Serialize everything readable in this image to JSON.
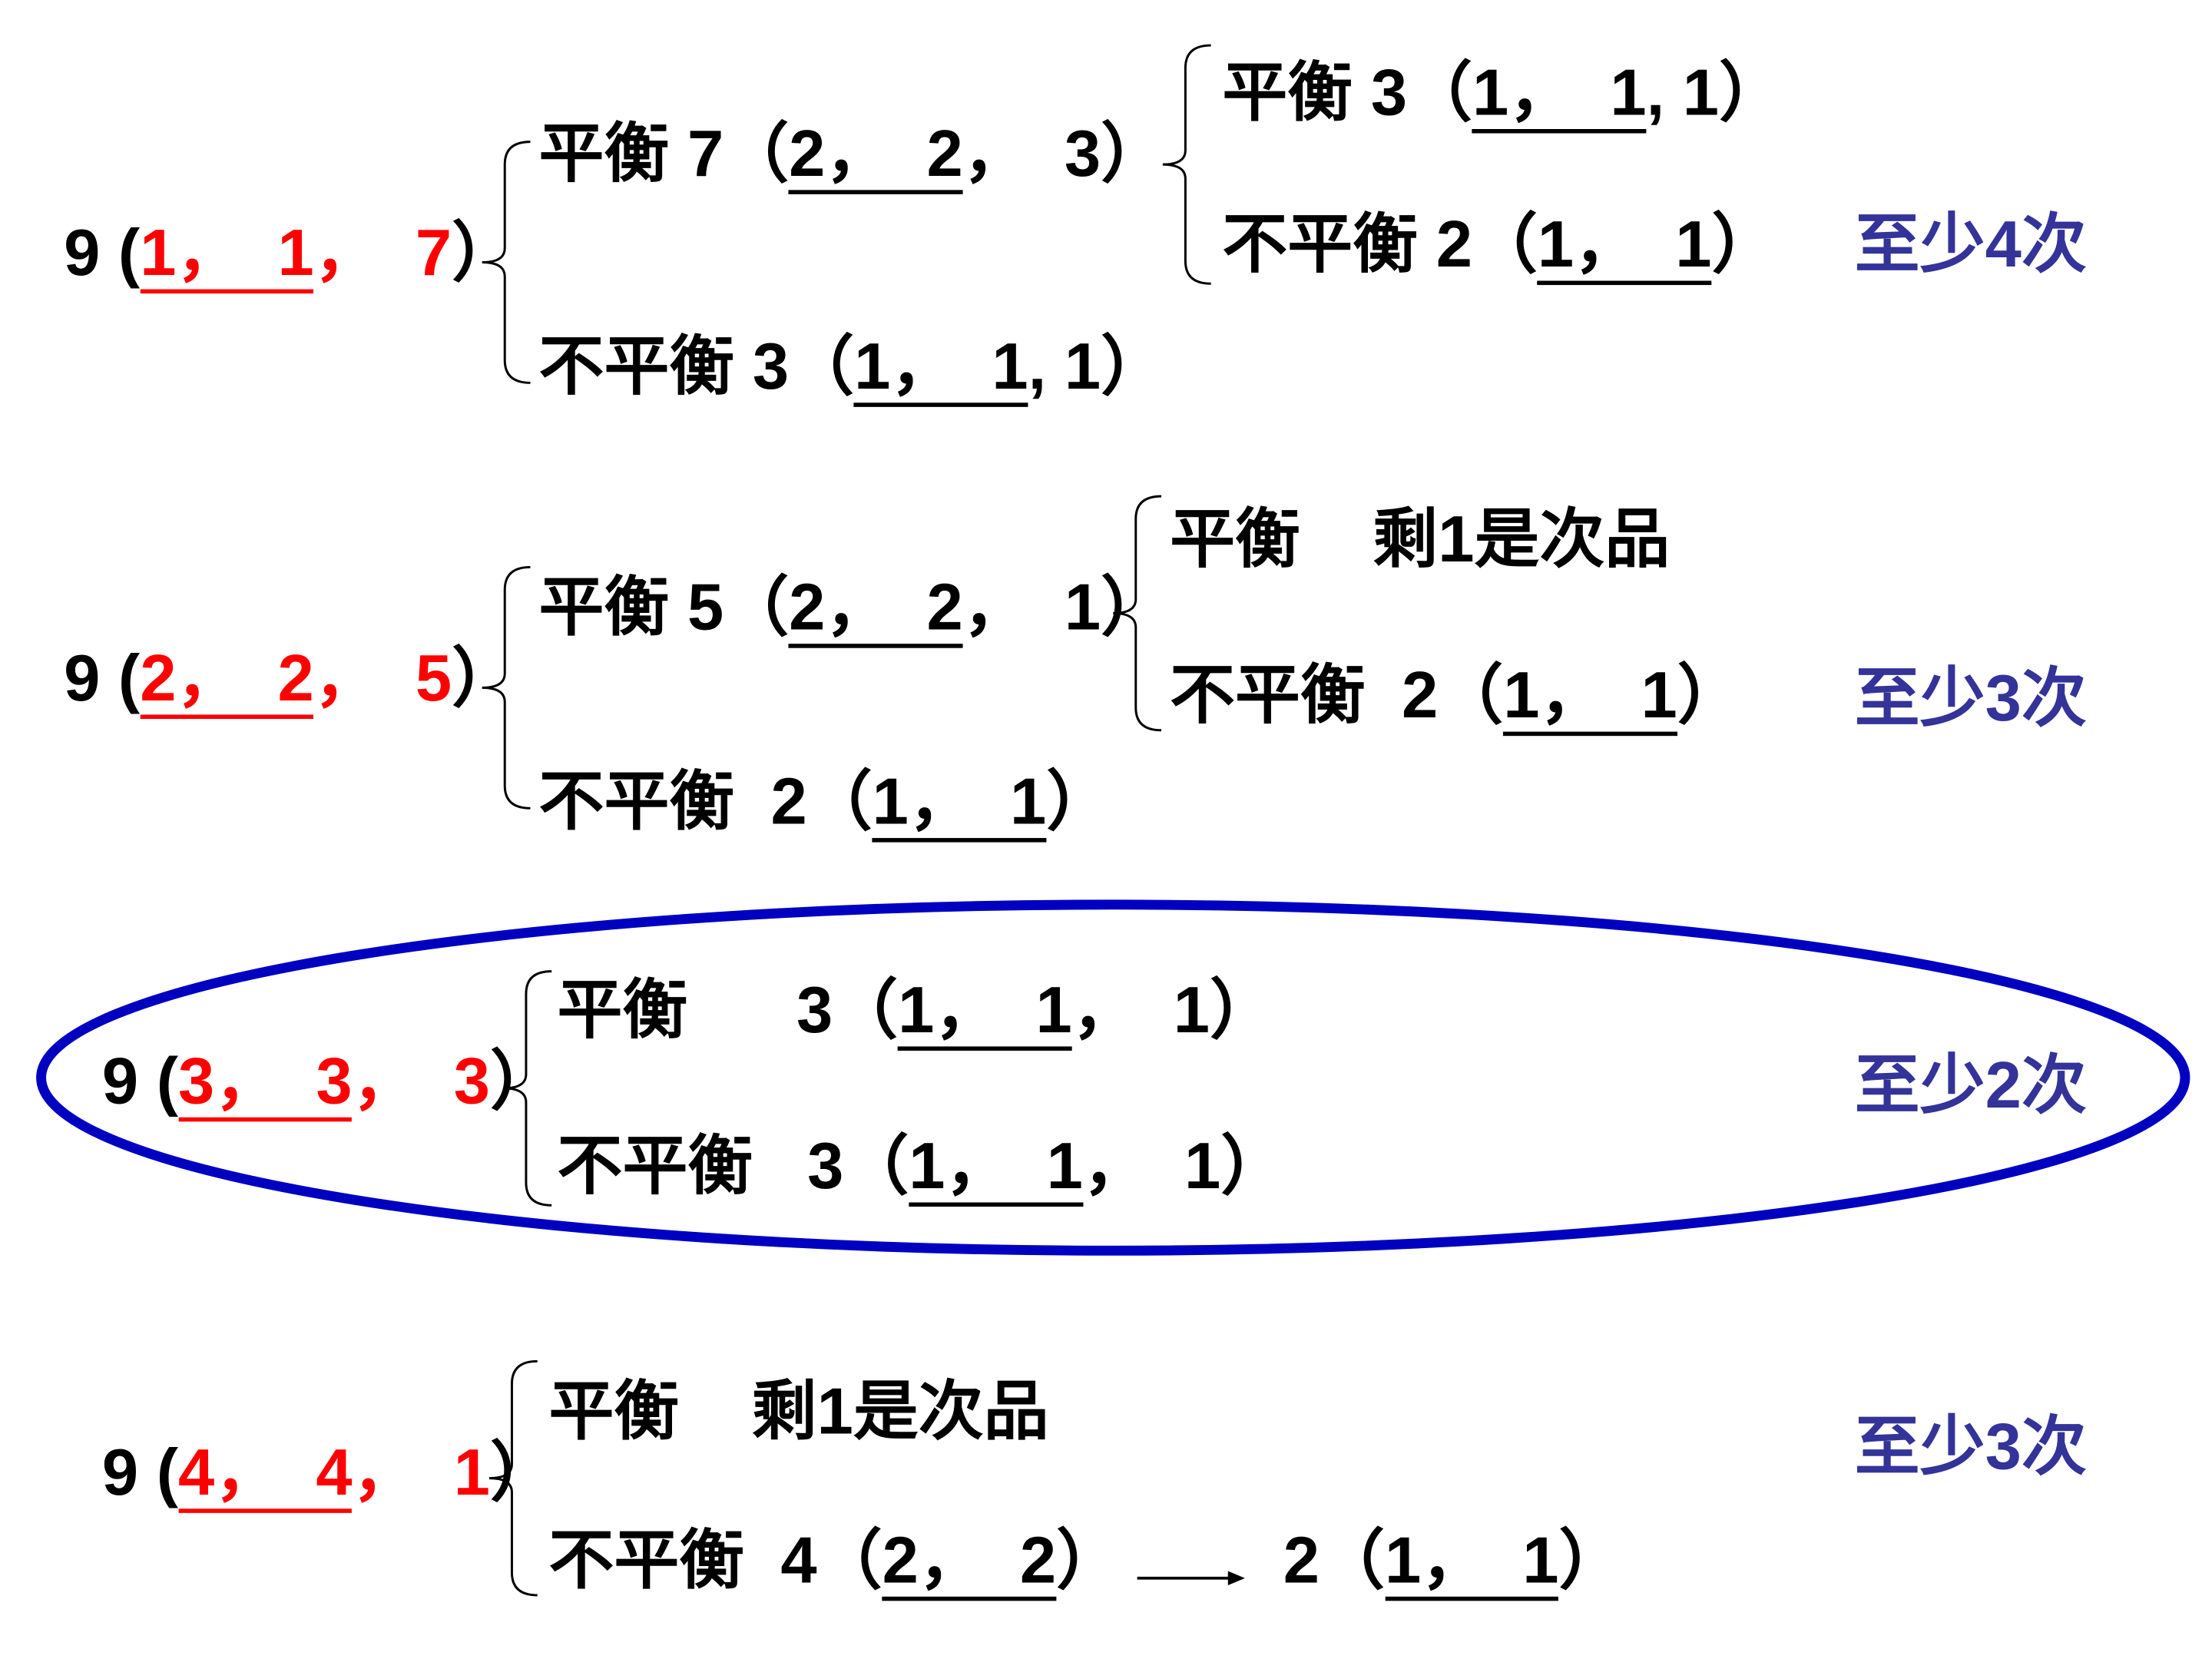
{
  "colors": {
    "text": "#000000",
    "highlight": "#ff0000",
    "result": "#333399",
    "ellipse": "#0000c0"
  },
  "lines": [
    {
      "segments": [
        {
          "text": "9 (",
          "style": "plain"
        },
        {
          "text": "1，  1",
          "style": "red-ul"
        },
        {
          "text": "，  7",
          "style": "red"
        },
        {
          "text": "）",
          "style": "plain"
        }
      ]
    },
    {
      "segments": [
        {
          "text": "平衡 7（",
          "style": "plain"
        },
        {
          "text": "2，  2",
          "style": "ul"
        },
        {
          "text": "，  3）",
          "style": "plain"
        }
      ]
    },
    {
      "segments": [
        {
          "text": "不平衡 3（",
          "style": "plain"
        },
        {
          "text": "1，  1",
          "style": "ul"
        },
        {
          "text": ", 1）",
          "style": "plain"
        }
      ]
    },
    {
      "segments": [
        {
          "text": "平衡 3（",
          "style": "plain"
        },
        {
          "text": "1，  1",
          "style": "ul"
        },
        {
          "text": ", 1）",
          "style": "plain"
        }
      ]
    },
    {
      "segments": [
        {
          "text": "不平衡 2（",
          "style": "plain"
        },
        {
          "text": "1，  1",
          "style": "ul"
        },
        {
          "text": "）",
          "style": "plain"
        }
      ]
    },
    {
      "segments": [
        {
          "text": "9 (",
          "style": "plain"
        },
        {
          "text": "2，  2",
          "style": "red-ul"
        },
        {
          "text": "，  5",
          "style": "red"
        },
        {
          "text": "）",
          "style": "plain"
        }
      ]
    },
    {
      "segments": [
        {
          "text": "平衡 5（",
          "style": "plain"
        },
        {
          "text": "2，  2",
          "style": "ul"
        },
        {
          "text": "，  1）",
          "style": "plain"
        }
      ]
    },
    {
      "segments": [
        {
          "text": "不平衡  2（",
          "style": "plain"
        },
        {
          "text": "1，  1",
          "style": "ul"
        },
        {
          "text": "）",
          "style": "plain"
        }
      ]
    },
    {
      "segments": [
        {
          "text": "平衡    剩1是次品",
          "style": "plain"
        }
      ]
    },
    {
      "segments": [
        {
          "text": "不平衡  2（",
          "style": "plain"
        },
        {
          "text": "1，  1",
          "style": "ul"
        },
        {
          "text": "）",
          "style": "plain"
        }
      ]
    },
    {
      "segments": [
        {
          "text": "9 (",
          "style": "plain"
        },
        {
          "text": "3，  3",
          "style": "red-ul"
        },
        {
          "text": "，  3",
          "style": "red"
        },
        {
          "text": "）",
          "style": "plain"
        }
      ]
    },
    {
      "segments": [
        {
          "text": "平衡      3（",
          "style": "plain"
        },
        {
          "text": "1，  1",
          "style": "ul"
        },
        {
          "text": "，  1）",
          "style": "plain"
        }
      ]
    },
    {
      "segments": [
        {
          "text": "不平衡   3（",
          "style": "plain"
        },
        {
          "text": "1，  1",
          "style": "ul"
        },
        {
          "text": "，  1）",
          "style": "plain"
        }
      ]
    },
    {
      "segments": [
        {
          "text": "9 (",
          "style": "plain"
        },
        {
          "text": "4，  4",
          "style": "red-ul"
        },
        {
          "text": "，  1",
          "style": "red"
        },
        {
          "text": "）",
          "style": "plain"
        }
      ]
    },
    {
      "segments": [
        {
          "text": "平衡    剩1是次品",
          "style": "plain"
        }
      ]
    },
    {
      "segments": [
        {
          "text": "不平衡  4（",
          "style": "plain"
        },
        {
          "text": "2，  2",
          "style": "ul"
        },
        {
          "text": "）",
          "style": "plain"
        }
      ]
    },
    {
      "segments": [
        {
          "text": "2（",
          "style": "plain"
        },
        {
          "text": "1，  1",
          "style": "ul"
        },
        {
          "text": "）",
          "style": "plain"
        }
      ]
    }
  ],
  "results": [
    "至少4次",
    "至少3次",
    "至少2次",
    "至少3次"
  ]
}
